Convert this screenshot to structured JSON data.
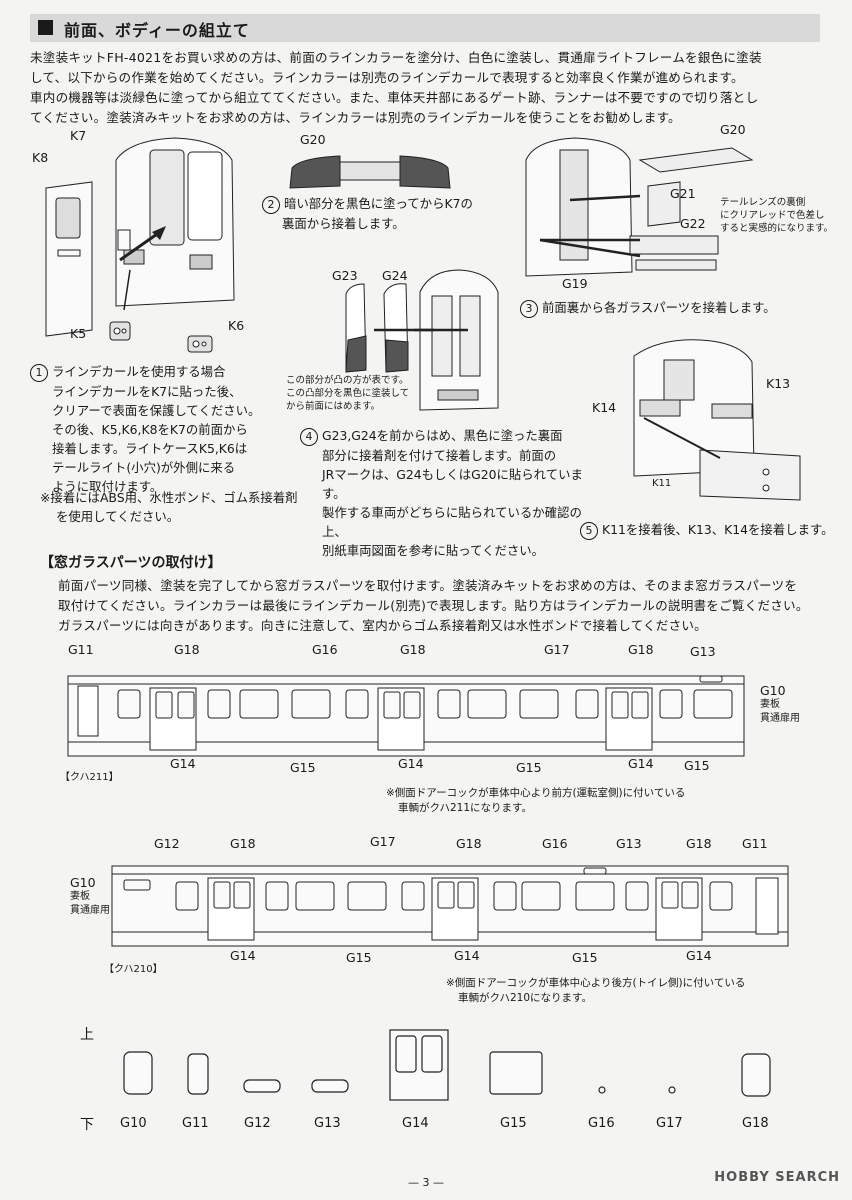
{
  "section_title": "前面、ボディーの組立て",
  "intro": [
    "未塗装キットFH-4021をお買い求めの方は、前面のラインカラーを塗分け、白色に塗装し、貫通扉ライトフレームを銀色に塗装",
    "して、以下からの作業を始めてください。ラインカラーは別売のラインデカールで表現すると効率良く作業が進められます。",
    "車内の機器等は淡緑色に塗ってから組立ててください。また、車体天井部にあるゲート跡、ランナーは不要ですので切り落とし",
    "てください。塗装済みキットをお求めの方は、ラインカラーは別売のラインデカールを使うことをお勧めします。"
  ],
  "part_labels": {
    "k7": "K7",
    "k8": "K8",
    "k5": "K5",
    "k6": "K6",
    "g20": "G20",
    "g23": "G23",
    "g24": "G24",
    "g20b": "G20",
    "g21": "G21",
    "g22": "G22",
    "g19": "G19",
    "k13": "K13",
    "k14": "K14",
    "k11": "K11"
  },
  "steps": {
    "s1_num": "1",
    "s1": [
      "ラインデカールを使用する場合",
      "ラインデカールをK7に貼った後、",
      "クリアーで表面を保護してください。",
      "その後、K5,K6,K8をK7の前面から",
      "接着します。ライトケースK5,K6は",
      "テールライト(小穴)が外側に来る",
      "ように取付けます。"
    ],
    "s1_note": [
      "※接着にはABS用、水性ボンド、ゴム系接着剤",
      "を使用してください。"
    ],
    "s2_num": "2",
    "s2": [
      "暗い部分を黒色に塗ってからK7の",
      "裏面から接着します。"
    ],
    "s3_num": "3",
    "s3": "前面裏から各ガラスパーツを接着します。",
    "s3_side": [
      "テールレンズの裏側",
      "にクリアレッドで色差し",
      "すると実感的になります。"
    ],
    "s4_small": [
      "この部分が凸の方が表です。",
      "この凸部分を黒色に塗装して",
      "から前面にはめます。"
    ],
    "s4_num": "4",
    "s4": [
      "G23,G24を前からはめ、黒色に塗った裏面",
      "部分に接着剤を付けて接着します。前面の",
      "JRマークは、G24もしくはG20に貼られています。",
      "製作する車両がどちらに貼られているか確認の上、",
      "別紙車両図面を参考に貼ってください。"
    ],
    "s5_num": "5",
    "s5": "K11を接着後、K13、K14を接着します。"
  },
  "window_section": {
    "title": "【窓ガラスパーツの取付け】",
    "body": [
      "前面パーツ同様、塗装を完了してから窓ガラスパーツを取付けます。塗装済みキットをお求めの方は、そのまま窓ガラスパーツを",
      "取付けてください。ラインカラーは最後にラインデカール(別売)で表現します。貼り方はラインデカールの説明書をご覧ください。",
      "ガラスパーツには向きがあります。向きに注意して、室内からゴム系接着剤又は水性ボンドで接着してください。"
    ]
  },
  "car1": {
    "name": "【クハ211】",
    "labels": {
      "g11": "G11",
      "g18a": "G18",
      "g16": "G16",
      "g18b": "G18",
      "g17": "G17",
      "g18c": "G18",
      "g13": "G13",
      "g14a": "G14",
      "g15a": "G15",
      "g14b": "G14",
      "g15b": "G15",
      "g14c": "G14",
      "g15c": "G15"
    },
    "g10": [
      "G10",
      "妻板",
      "貫通扉用"
    ],
    "note": [
      "※側面ドアーコックが車体中心より前方(運転室側)に付いている",
      "車輌がクハ211になります。"
    ]
  },
  "car2": {
    "name": "【クハ210】",
    "labels": {
      "g12": "G12",
      "g18a": "G18",
      "g17": "G17",
      "g18b": "G18",
      "g16": "G16",
      "g13": "G13",
      "g18c": "G18",
      "g11": "G11",
      "g14a": "G14",
      "g15a": "G15",
      "g14b": "G14",
      "g15b": "G15",
      "g14c": "G14"
    },
    "g10": [
      "G10",
      "妻板",
      "貫通扉用"
    ],
    "note": [
      "※側面ドアーコックが車体中心より後方(トイレ側)に付いている",
      "車輌がクハ210になります。"
    ]
  },
  "parts_row": {
    "top": "上",
    "bottom": "下",
    "items": [
      "G10",
      "G11",
      "G12",
      "G13",
      "G14",
      "G15",
      "G16",
      "G17",
      "G18"
    ]
  },
  "footer": {
    "page": "3",
    "watermark": "HOBBY SEARCH"
  }
}
